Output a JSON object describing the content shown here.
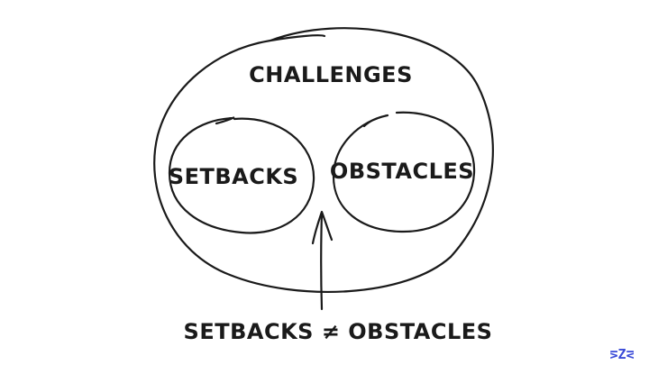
{
  "diagram": {
    "outer_label": "CHALLENGES",
    "left_label": "SETBACKS",
    "right_label": "OBSTACLES",
    "bottom_label": "SETBACKS ≠ OBSTACLES"
  },
  "logo": {
    "text": "⋝Z⋜"
  },
  "colors": {
    "ink": "#1a1a1a",
    "logo": "#3b4bd8",
    "background": "#ffffff"
  }
}
